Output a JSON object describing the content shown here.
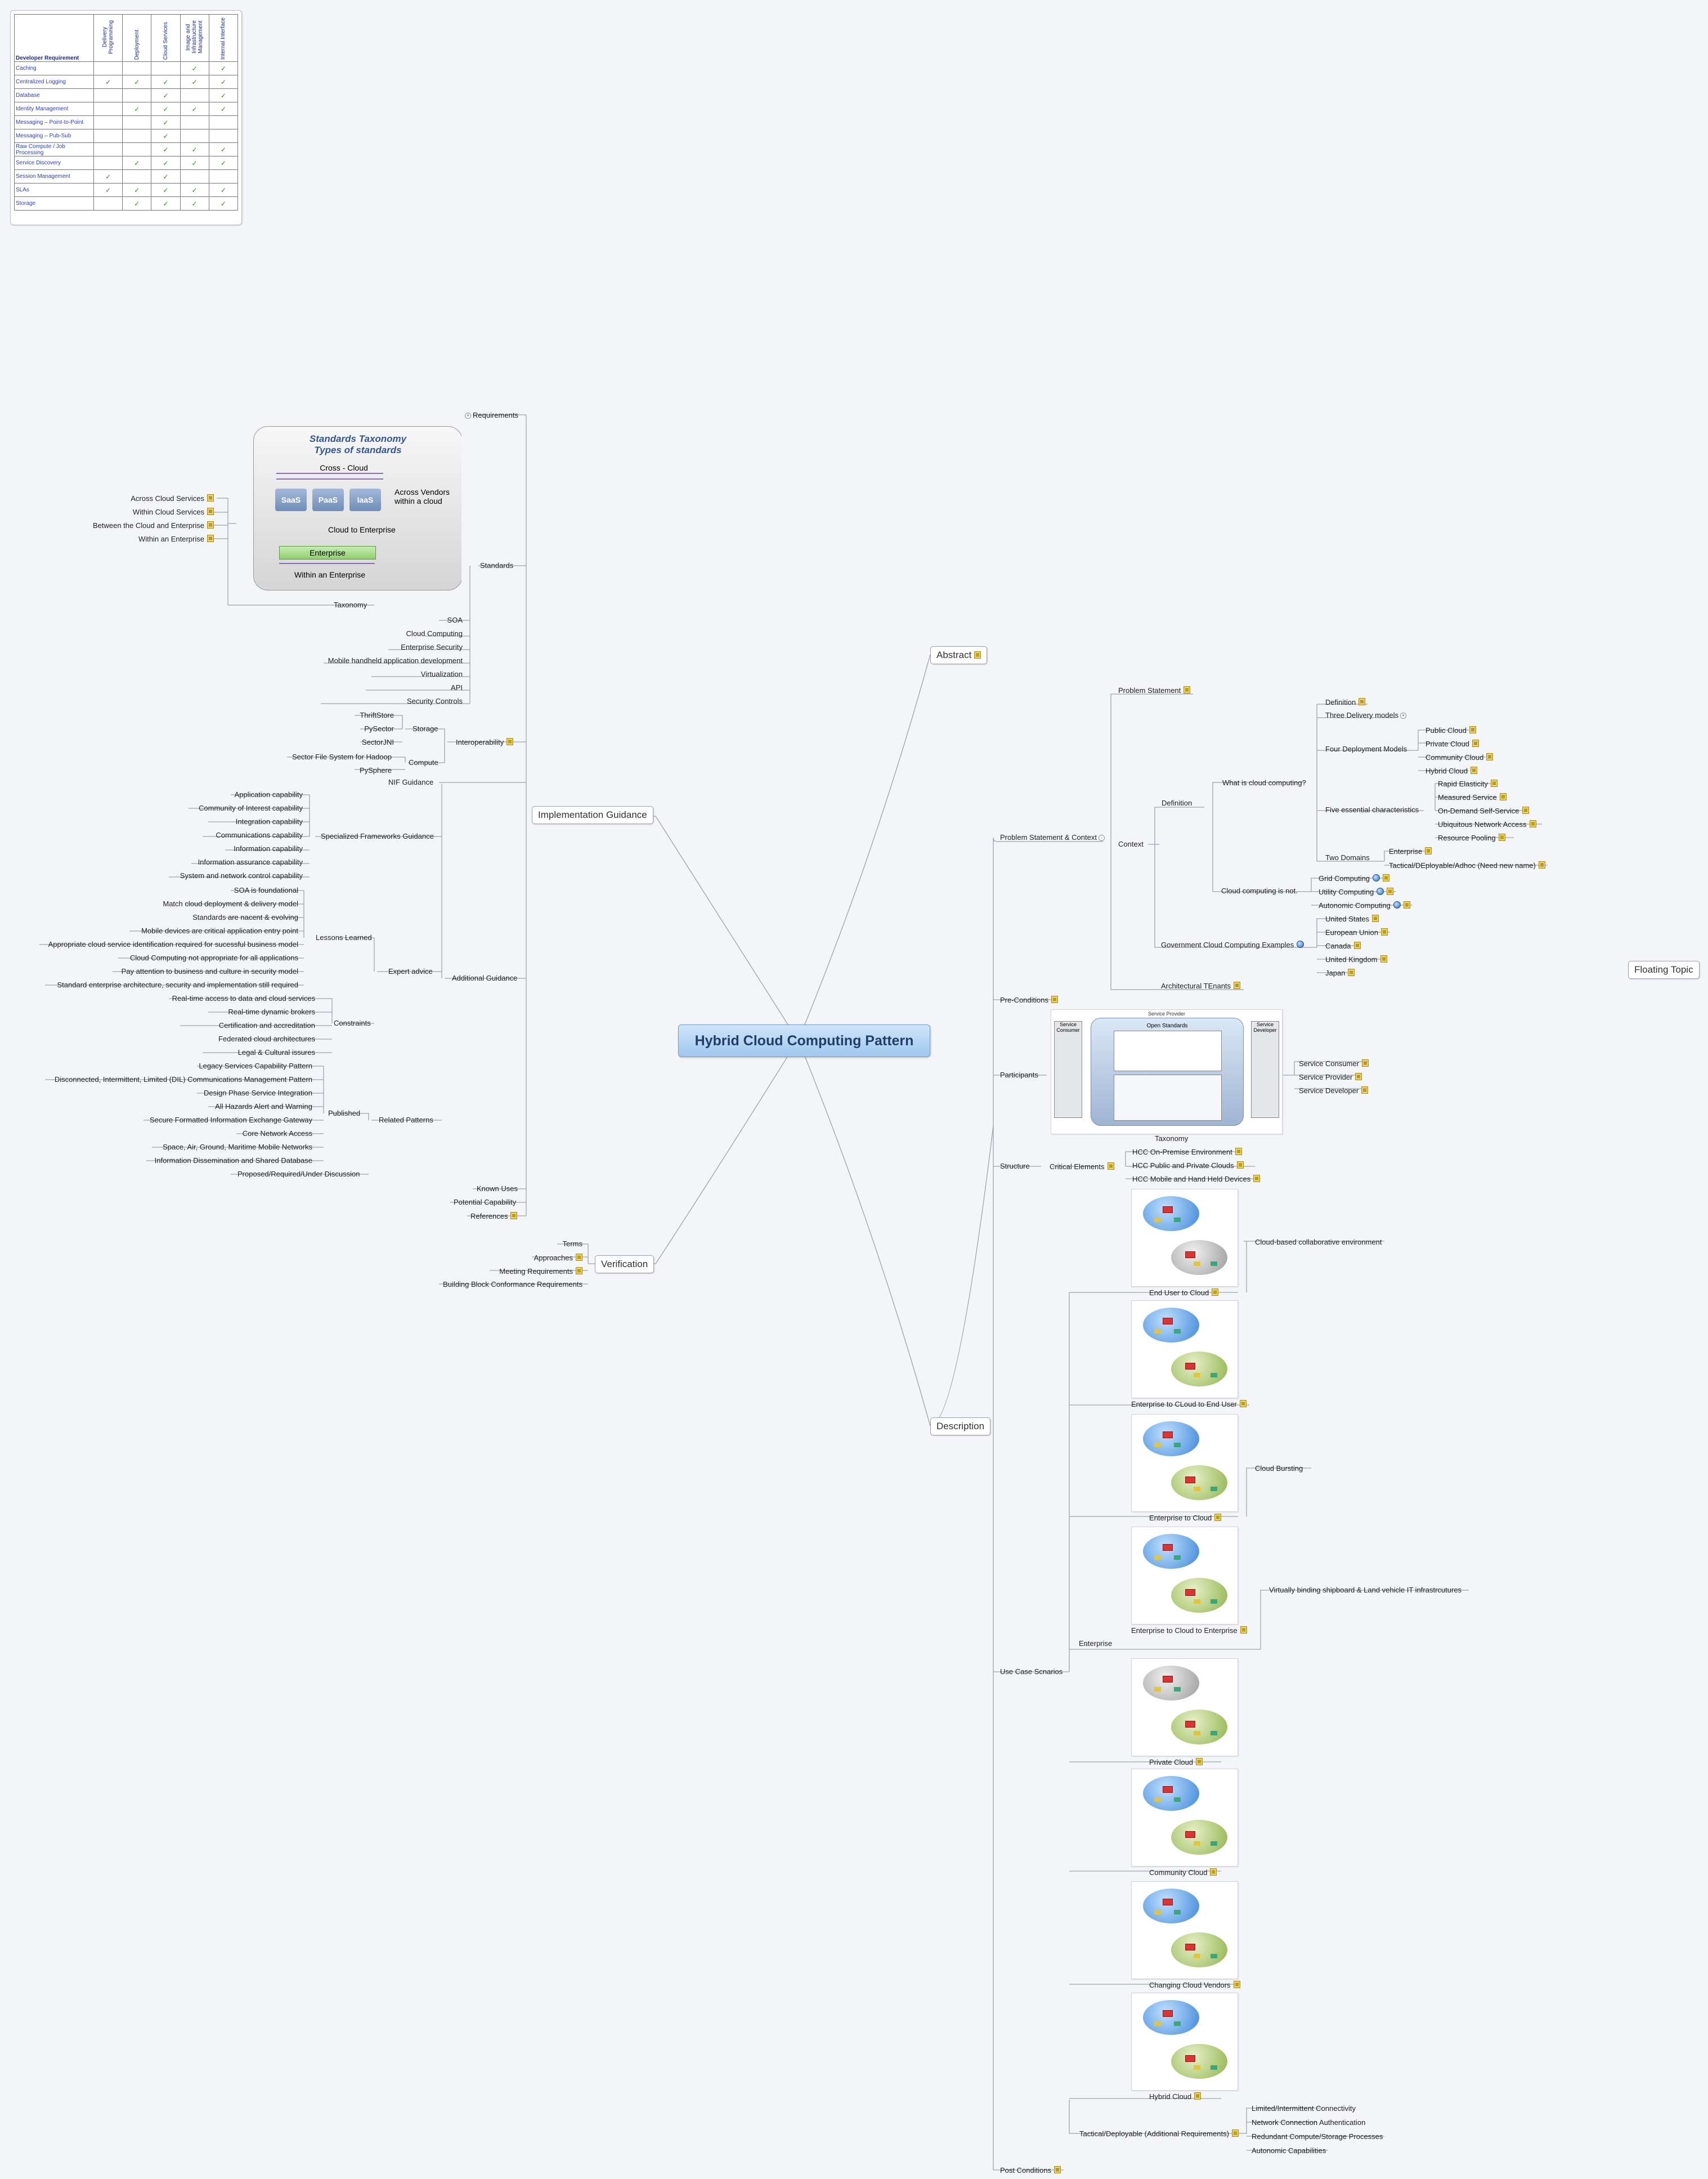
{
  "center": "Hybrid Cloud Computing Pattern",
  "floating": "Floating Topic",
  "dev_table": {
    "header": "Developer Requirement",
    "columns": [
      "Delivery Programming",
      "Deployment",
      "Cloud Services",
      "Image and Infrastructure Management",
      "Internal Interface"
    ],
    "rows": [
      {
        "name": "Caching",
        "checks": [
          0,
          0,
          0,
          1,
          1
        ]
      },
      {
        "name": "Centralized Logging",
        "checks": [
          1,
          1,
          1,
          1,
          1
        ]
      },
      {
        "name": "Database",
        "checks": [
          0,
          0,
          1,
          0,
          1
        ]
      },
      {
        "name": "Identity Management",
        "checks": [
          0,
          1,
          1,
          1,
          1
        ]
      },
      {
        "name": "Messaging – Point-to-Point",
        "checks": [
          0,
          0,
          1,
          0,
          0
        ]
      },
      {
        "name": "Messaging – Pub-Sub",
        "checks": [
          0,
          0,
          1,
          0,
          0
        ]
      },
      {
        "name": "Raw Compute / Job Processing",
        "checks": [
          0,
          0,
          1,
          1,
          1
        ]
      },
      {
        "name": "Service Discovery",
        "checks": [
          0,
          1,
          1,
          1,
          1
        ]
      },
      {
        "name": "Session Management",
        "checks": [
          1,
          0,
          1,
          0,
          0
        ]
      },
      {
        "name": "SLAs",
        "checks": [
          1,
          1,
          1,
          1,
          1
        ]
      },
      {
        "name": "Storage",
        "checks": [
          0,
          1,
          1,
          1,
          1
        ]
      }
    ],
    "check": "✓"
  },
  "taxonomy_image": {
    "title1": "Standards Taxonomy",
    "title2": "Types of standards",
    "cross": "Cross - Cloud",
    "saas": "SaaS",
    "paas": "PaaS",
    "iaas": "IaaS",
    "across": "Across Vendors within a cloud",
    "c2e": "Cloud to Enterprise",
    "enterprise": "Enterprise",
    "within": "Within an Enterprise"
  },
  "left": {
    "requirements": "Requirements",
    "standards": "Standards",
    "taxonomy": "Taxonomy",
    "taxonomy_items": [
      "Across Cloud Services",
      "Within Cloud Services",
      "Between the Cloud and Enterprise",
      "Within an Enterprise"
    ],
    "std_items": [
      "SOA",
      "Cloud Computing",
      "Enterprise Security",
      "Mobile handheld application development",
      "Virtualization",
      "API",
      "Security Controls"
    ],
    "impl": "Implementation Guidance",
    "interop": "Interoperability",
    "storage": "Storage",
    "storage_items": [
      "ThriftStore",
      "PySector",
      "SectorJNI"
    ],
    "compute": "Compute",
    "compute_items": [
      "Sector File System for Hadoop",
      "PySphere"
    ],
    "nif": "NIF Guidance",
    "addl": "Additional Guidance",
    "sfg": "Specialized Frameworks Guidance",
    "sfg_items": [
      "Application capability",
      "Community of Interest capability",
      "Integration capability",
      "Communications capability",
      "Information capability",
      "Information assurance capability",
      "System and network control capability"
    ],
    "expert": "Expert advice",
    "lessons": "Lessons Learned",
    "lessons_items": [
      "SOA is foundational",
      "Match cloud deployment & delivery model",
      "Standards are nacent & evolving",
      "Mobile devices are critical application entry point",
      "Appropriate cloud service identification required for sucessful business model",
      "Cloud Computing not appropriate for all applications",
      "Pay attention to business and culture in security model",
      "Standard enterprise architecture, security and implementation still required"
    ],
    "constraints": "Constraints",
    "constraints_items": [
      "Real-time access to data and cloud services",
      "Real-time dynamic brokers",
      "Certification and accreditation",
      "Federated cloud architectures",
      "Legal & Cultural issures"
    ],
    "related": "Related Patterns",
    "published": "Published",
    "published_items": [
      "Legacy Services Capability Pattern",
      "Disconnected, Intermittent, Limited (DIL) Communications Management Pattern",
      "Design Phase Service Integration",
      "All Hazards Alert and Warning",
      "Secure Formatted Information Exchange Gateway",
      "Core Network Access",
      "Space, Air, Ground, Maritime Mobile Networks",
      "Information Dissemination and Shared Database"
    ],
    "proposed": "Proposed/Required/Under Discussion",
    "known": "Known Uses",
    "potential": "Potential Capability",
    "references": "References",
    "verification": "Verification",
    "ver_items": [
      "Terms",
      "Approaches",
      "Meeting Requirements",
      "Building Block Conformance Requirements"
    ]
  },
  "right": {
    "abstract": "Abstract",
    "description": "Description",
    "psc": "Problem Statement & Context",
    "ps": "Problem Statement",
    "context": "Context",
    "definition": "Definition",
    "what": "What is cloud computing?",
    "what_items": {
      "definition": "Definition",
      "three": "Three Delivery models",
      "four": "Four Deployment Models",
      "five": "Five essential characteristics",
      "two": "Two Domains"
    },
    "four_items": [
      "Public Cloud",
      "Private Cloud",
      "Community Cloud",
      "Hybrid Cloud"
    ],
    "five_items": [
      "Rapid Elasticity",
      "Measured Service",
      "On-Demand Self-Service",
      "Ubiquitous Network Access",
      "Resource Pooling"
    ],
    "two_items": [
      "Enterprise",
      "Tactical/DEployable/Adhoc (Need new name)"
    ],
    "not": "Cloud computing is not.",
    "not_items": [
      "Grid Computing",
      "Utility Computing",
      "Autonomic Computing"
    ],
    "gov": "Government Cloud Computing Examples",
    "gov_items": [
      "United States",
      "European Union",
      "Canada",
      "United Kingdom",
      "Japan"
    ],
    "arch": "Architectural TEnants",
    "pre": "Pre-Conditions",
    "participants": "Participants",
    "part_items": [
      "Service Consumer",
      "Service Provider",
      "Service Developer"
    ],
    "part_tax": "Taxonomy",
    "structure": "Structure",
    "critical": "Critical Elements",
    "crit_items": [
      "HCC On-Premise Environment",
      "HCC Public and Private Clouds",
      "HCC Mobile and Hand Held Devices"
    ],
    "use": "Use Case Scnarios",
    "enterprise": "Enterprise",
    "uc": [
      {
        "label": "End User to Cloud",
        "side": "Cloud-based collaborative environment"
      },
      {
        "label": "Enterprise to CLoud to End User",
        "side": ""
      },
      {
        "label": "Enterprise to Cloud",
        "side": "Cloud Bursting"
      },
      {
        "label": "Enterprise to Cloud to Enterprise",
        "side": "Virtually binding shipboard & Land vehicle IT infrastrcutures"
      },
      {
        "label": "Private Cloud",
        "side": ""
      },
      {
        "label": "Community Cloud",
        "side": ""
      },
      {
        "label": "Changing Cloud Vendors",
        "side": ""
      },
      {
        "label": "Hybrid Cloud",
        "side": ""
      }
    ],
    "tactical": "Tactical/Deployable (Additional Requirements)",
    "tact_items": [
      "Limited/Intermittent Connectivity",
      "Network Connection Authentication",
      "Redundant Compute/Storage Processes",
      "Autonomic Capabilities"
    ],
    "post": "Post Conditions",
    "part_img": {
      "sp": "Service Provider",
      "os": "Open Standards",
      "sc": "Service Consumer",
      "sd": "Service Developer"
    }
  }
}
